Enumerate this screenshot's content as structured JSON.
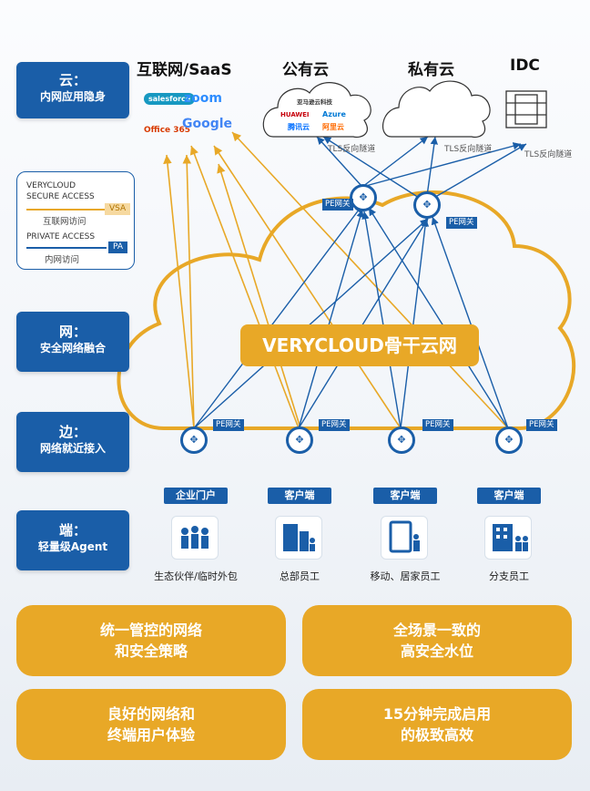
{
  "layers": [
    {
      "head": "云：",
      "sub": "内网应用隐身"
    },
    {
      "head": "网：",
      "sub": "安全网络融合"
    },
    {
      "head": "边：",
      "sub": "网络就近接入"
    },
    {
      "head": "端：",
      "sub": "轻量级Agent"
    }
  ],
  "legend": {
    "vsa_line1": "VERYCLOUD",
    "vsa_line2": "SECURE ACCESS",
    "vsa_tag": "VSA",
    "vsa_sub": "互联网访问",
    "pa_line": "PRIVATE ACCESS",
    "pa_tag": "PA",
    "pa_sub": "内网访问"
  },
  "top": {
    "internet": {
      "title": "互联网/SaaS",
      "logos": [
        "salesforce",
        "zoom",
        "Office 365",
        "Google"
      ]
    },
    "public": {
      "title": "公有云",
      "logos": [
        "亚马逊云科技",
        "HUAWEI",
        "Azure",
        "腾讯云",
        "阿里云"
      ],
      "tls": "TLS反向隧道"
    },
    "private": {
      "title": "私有云",
      "tls": "TLS反向隧道"
    },
    "idc": {
      "title": "IDC",
      "tls": "TLS反向隧道"
    }
  },
  "colors": {
    "blue": "#1a5ea8",
    "gold": "#e8a827"
  },
  "backbone": {
    "title": "VERYCLOUD骨干云网",
    "pe_label": "PE网关"
  },
  "endpoints": [
    {
      "label": "企业门户",
      "caption": "生态伙伴/临时外包",
      "icon": "people-group-icon"
    },
    {
      "label": "客户端",
      "caption": "总部员工",
      "icon": "office-building-icon"
    },
    {
      "label": "客户端",
      "caption": "移动、居家员工",
      "icon": "tablet-icon"
    },
    {
      "label": "客户端",
      "caption": "分支员工",
      "icon": "branch-building-icon"
    }
  ],
  "benefits": [
    {
      "line1": "统一管控的网络",
      "line2": "和安全策略"
    },
    {
      "line1": "全场景一致的",
      "line2": "高安全水位"
    },
    {
      "line1": "良好的网络和",
      "line2": "终端用户体验"
    },
    {
      "line1": "15分钟完成启用",
      "line2": "的极致高效"
    }
  ]
}
